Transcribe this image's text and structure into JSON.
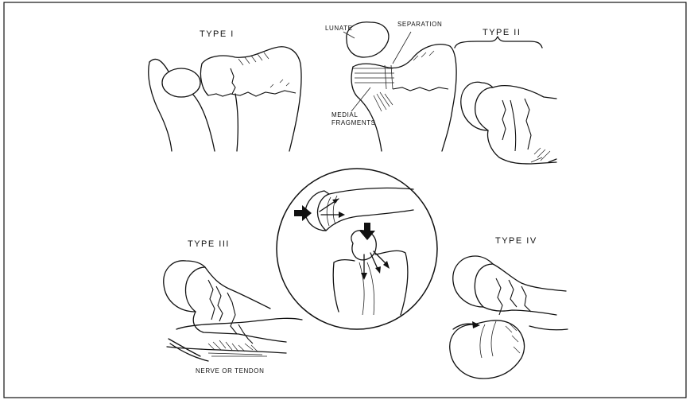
{
  "labels": {
    "type1": "TYPE I",
    "type2": "TYPE II",
    "type3": "TYPE III",
    "type4": "TYPE IV",
    "lunate": "LUNATE",
    "separation": "SEPARATION",
    "medial_line1": "MEDIAL",
    "medial_line2": "FRAGMENTS",
    "nerve": "NERVE OR TENDON"
  }
}
